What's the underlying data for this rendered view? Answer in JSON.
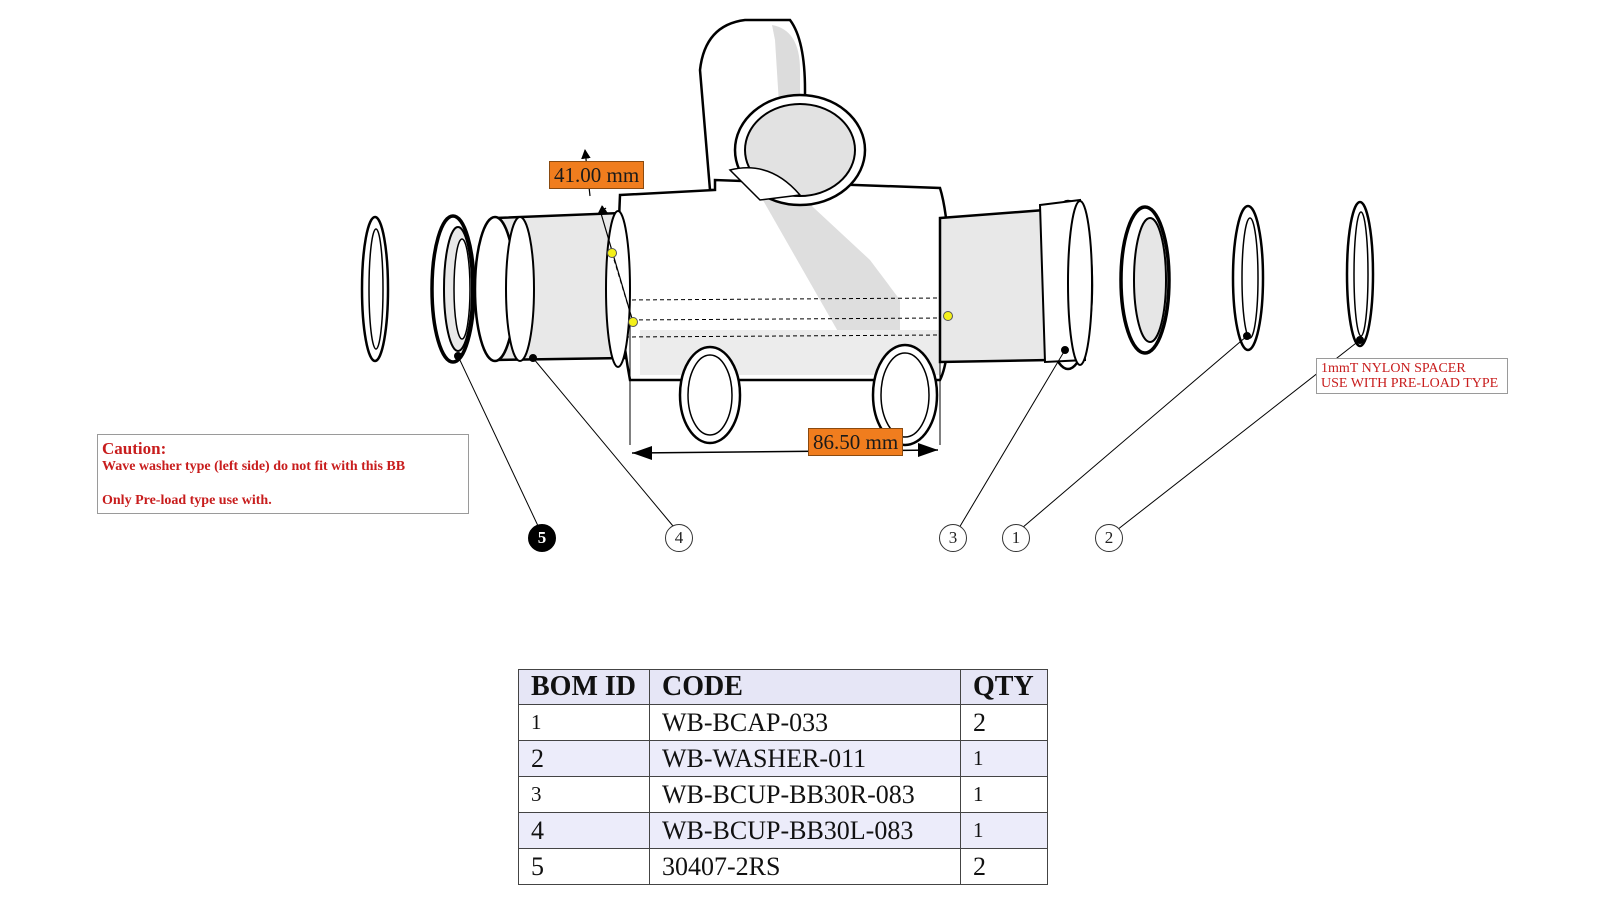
{
  "dimensions": {
    "bb_width": "41.00 mm",
    "shell_width": "86.50 mm"
  },
  "caution": {
    "title": "Caution:",
    "line1": "Wave washer type (left side) do not fit with this BB",
    "line2": "Only Pre-load type use with."
  },
  "spacer_note": {
    "line1": "1mmT NYLON SPACER",
    "line2": "USE WITH PRE-LOAD TYPE"
  },
  "callouts": [
    "5",
    "4",
    "3",
    "1",
    "2"
  ],
  "bom": {
    "headers": [
      "BOM ID",
      "CODE",
      "QTY"
    ],
    "rows": [
      {
        "id": "1",
        "code": "WB-BCAP-033",
        "qty": "2"
      },
      {
        "id": "2",
        "code": "WB-WASHER-011",
        "qty": "1"
      },
      {
        "id": "3",
        "code": "WB-BCUP-BB30R-083",
        "qty": "1"
      },
      {
        "id": "4",
        "code": "WB-BCUP-BB30L-083",
        "qty": "1"
      },
      {
        "id": "5",
        "code": "30407-2RS",
        "qty": "2"
      }
    ]
  },
  "colors": {
    "dimension_fill": "#f07d1e",
    "note_text": "#c81d1d",
    "header_fill": "#e6e6f6",
    "marker": "#f4f01a"
  }
}
